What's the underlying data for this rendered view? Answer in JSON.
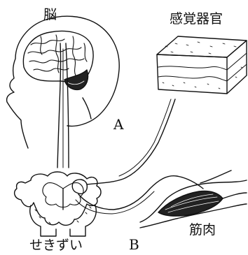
{
  "labels": {
    "brain": "脳",
    "sense_organ": "感覚器官",
    "nerve_a": "A",
    "nerve_b": "B",
    "spinal_cord": "せきずい",
    "muscle": "筋肉"
  },
  "colors": {
    "ink": "#111111",
    "background": "#ffffff",
    "cerebellum_shade": "#222222"
  }
}
